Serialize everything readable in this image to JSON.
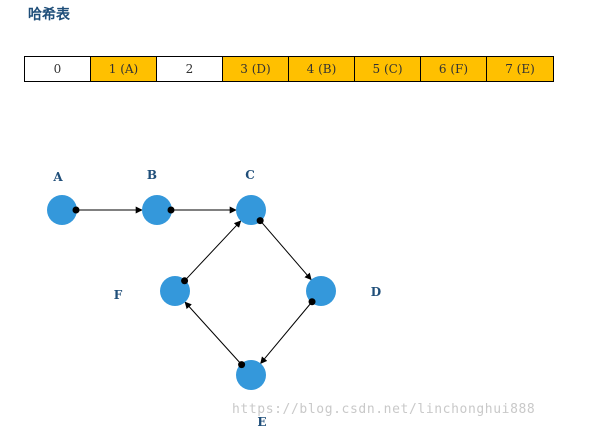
{
  "title": "哈希表",
  "hash_table": [
    {
      "label": "0",
      "filled": false
    },
    {
      "label": "1 (A)",
      "filled": true
    },
    {
      "label": "2",
      "filled": false
    },
    {
      "label": "3 (D)",
      "filled": true
    },
    {
      "label": "4 (B)",
      "filled": true
    },
    {
      "label": "5 (C)",
      "filled": true
    },
    {
      "label": "6 (F)",
      "filled": true
    },
    {
      "label": "7 (E)",
      "filled": true
    }
  ],
  "nodes": {
    "A": {
      "label": "A"
    },
    "B": {
      "label": "B"
    },
    "C": {
      "label": "C"
    },
    "D": {
      "label": "D"
    },
    "E": {
      "label": "E"
    },
    "F": {
      "label": "F"
    }
  },
  "edges": [
    {
      "from": "A",
      "to": "B"
    },
    {
      "from": "B",
      "to": "C"
    },
    {
      "from": "C",
      "to": "D"
    },
    {
      "from": "D",
      "to": "E"
    },
    {
      "from": "E",
      "to": "F"
    },
    {
      "from": "F",
      "to": "C"
    }
  ],
  "colors": {
    "node": "#3498DB",
    "filled_cell": "#FFC000",
    "label": "#1F4E79"
  },
  "watermark": "https://blog.csdn.net/linchonghui888"
}
